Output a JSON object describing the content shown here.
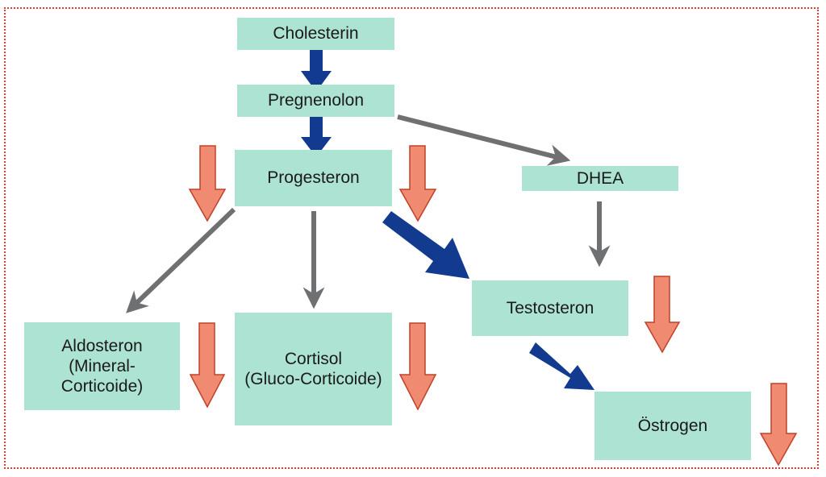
{
  "colors": {
    "node_fill": "#ade3d2",
    "main_path_arrow": "#123a8f",
    "side_path_arrow": "#6f7072",
    "decrease_arrow_fill": "#f08a70",
    "decrease_arrow_stroke": "#c0412a",
    "frame_border": "#e03a2f"
  },
  "nodes": {
    "cholesterin": "Cholesterin",
    "pregnenolon": "Pregnenolon",
    "progesteron": "Progesteron",
    "dhea": "DHEA",
    "testosteron": "Testosteron",
    "aldosteron": {
      "line1": "Aldosteron",
      "line2": "(Mineral-",
      "line3": "Corticoide)"
    },
    "cortisol": {
      "line1": "Cortisol",
      "line2": "(Gluco-Corticoide)"
    },
    "oestrogen": "Östrogen"
  },
  "edges": [
    {
      "from": "cholesterin",
      "to": "pregnenolon",
      "style": "main-path"
    },
    {
      "from": "pregnenolon",
      "to": "progesteron",
      "style": "main-path"
    },
    {
      "from": "pregnenolon",
      "to": "dhea",
      "style": "side-path"
    },
    {
      "from": "progesteron",
      "to": "aldosteron",
      "style": "side-path"
    },
    {
      "from": "progesteron",
      "to": "cortisol",
      "style": "side-path"
    },
    {
      "from": "progesteron",
      "to": "testosteron",
      "style": "main-path"
    },
    {
      "from": "dhea",
      "to": "testosteron",
      "style": "side-path"
    },
    {
      "from": "testosteron",
      "to": "oestrogen",
      "style": "main-path"
    }
  ],
  "decrease_indicators": [
    "progesteron",
    "aldosteron",
    "cortisol",
    "testosteron",
    "oestrogen"
  ]
}
